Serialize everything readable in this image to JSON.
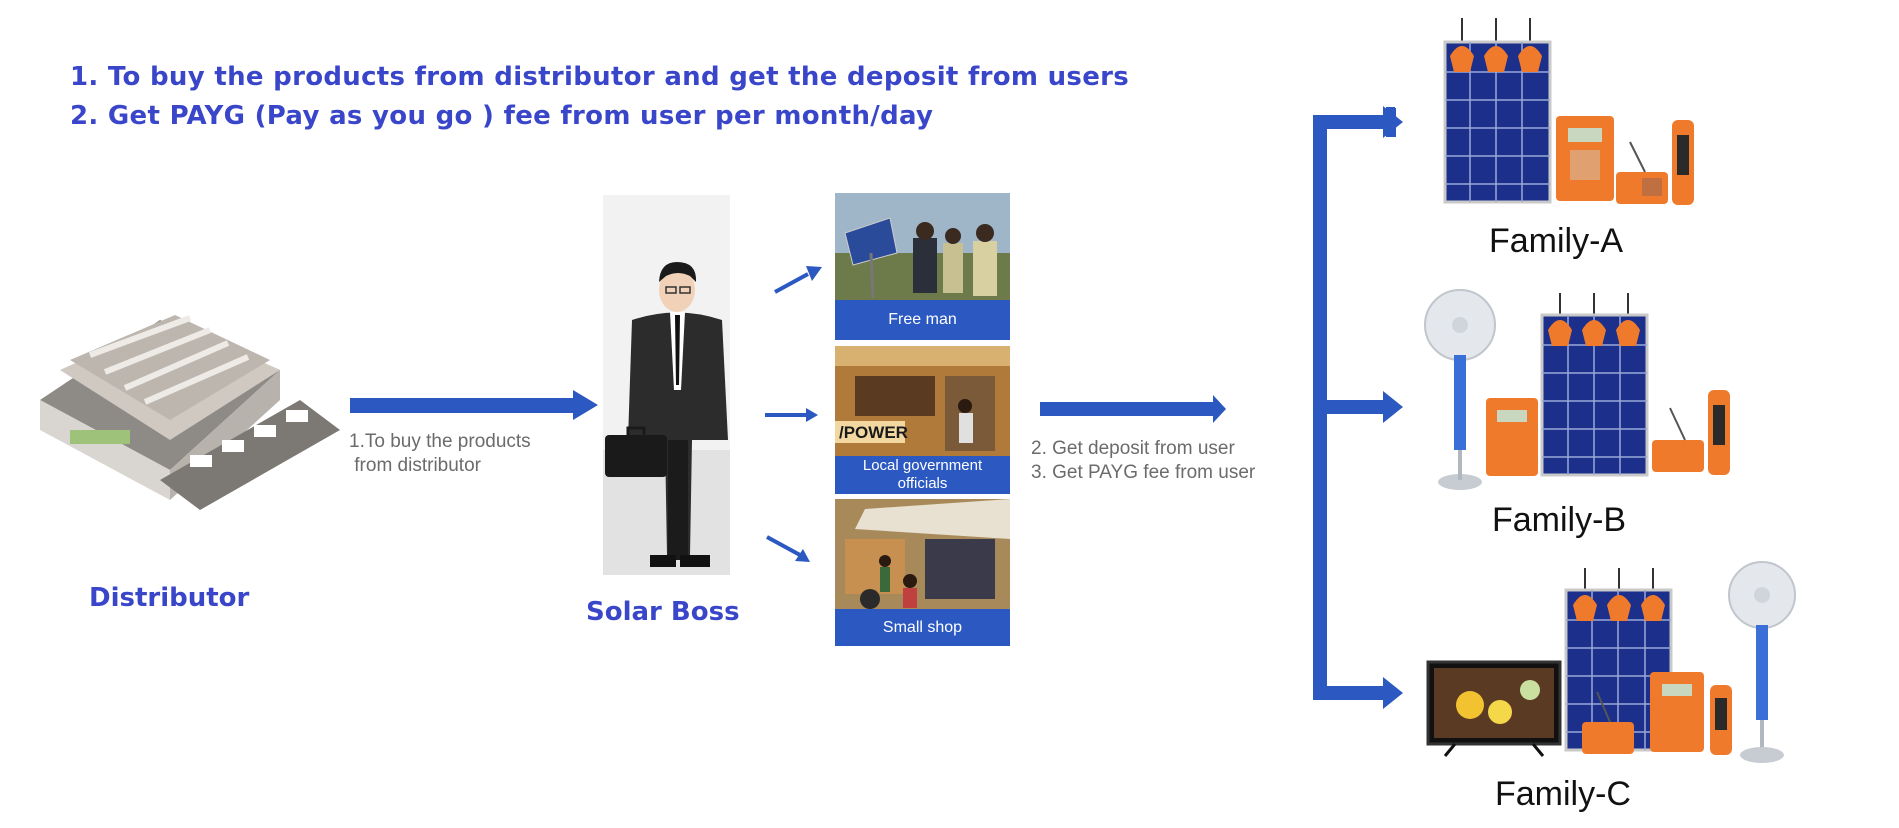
{
  "header": {
    "line1": "1. To buy the products from distributor and get the deposit from users",
    "line2": "2. Get PAYG (Pay as you go ) fee from user per month/day"
  },
  "distributor": {
    "label": "Distributor",
    "icon": "warehouse-icon"
  },
  "solar_boss": {
    "label": "Solar Boss",
    "icon": "businessman-icon"
  },
  "notes": {
    "buy": "1.To buy the products\n from distributor",
    "deposit": "2. Get deposit from user\n3. Get PAYG fee from user"
  },
  "customers": [
    {
      "caption": "Free man"
    },
    {
      "caption": "Local government\nofficials",
      "sign": "/POWER"
    },
    {
      "caption": "Small shop"
    }
  ],
  "families": [
    {
      "label": "Family-A"
    },
    {
      "label": "Family-B"
    },
    {
      "label": "Family-C"
    }
  ],
  "colors": {
    "heading": "#3a46c9",
    "arrow": "#2b58c1",
    "note": "#6b6b6b",
    "panel": "#1c2f8a",
    "orange": "#f07a2c"
  }
}
